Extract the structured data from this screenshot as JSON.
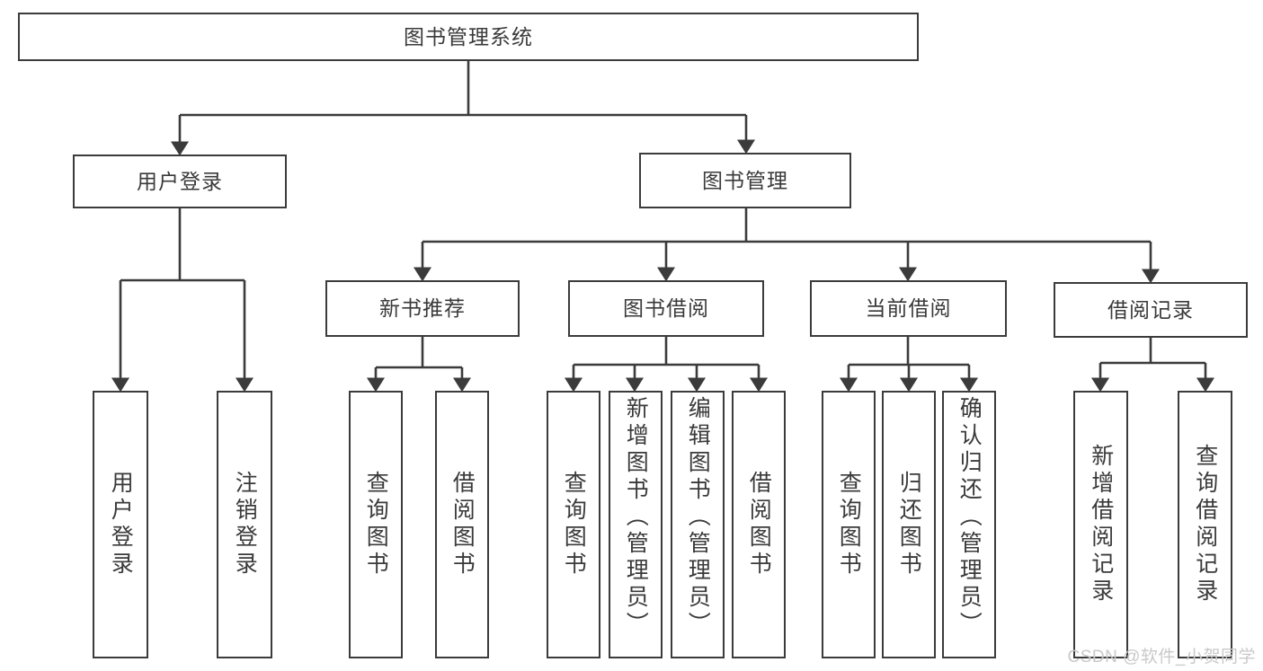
{
  "diagram": {
    "title": "图书管理系统",
    "type": "hierarchy-tree",
    "style": {
      "box_border_color": "#3b3b3b",
      "box_fill": "#ffffff",
      "line_color": "#3b3b3b",
      "text_color": "#3a3a3a",
      "background": "#ffffff",
      "watermark_color": "#c9c9c9"
    },
    "root": {
      "label": "图书管理系统"
    },
    "level1": [
      {
        "label": "用户登录"
      },
      {
        "label": "图书管理"
      }
    ],
    "level2": [
      {
        "label": "新书推荐"
      },
      {
        "label": "图书借阅"
      },
      {
        "label": "当前借阅"
      },
      {
        "label": "借阅记录"
      }
    ],
    "leaves": {
      "user_login": [
        {
          "label": "用户登录"
        },
        {
          "label": "注销登录"
        }
      ],
      "new_book_recommend": [
        {
          "label": "查询图书"
        },
        {
          "label": "借阅图书"
        }
      ],
      "book_borrow": [
        {
          "label": "查询图书"
        },
        {
          "label": "新增图书（管理员）"
        },
        {
          "label": "编辑图书（管理员）"
        },
        {
          "label": "借阅图书"
        }
      ],
      "current_borrow": [
        {
          "label": "查询图书"
        },
        {
          "label": "归还图书"
        },
        {
          "label": "确认归还（管理员）"
        }
      ],
      "borrow_record": [
        {
          "label": "新增借阅记录"
        },
        {
          "label": "查询借阅记录"
        }
      ]
    }
  },
  "watermark": {
    "text": "CSDN @软件_小贺同学"
  }
}
